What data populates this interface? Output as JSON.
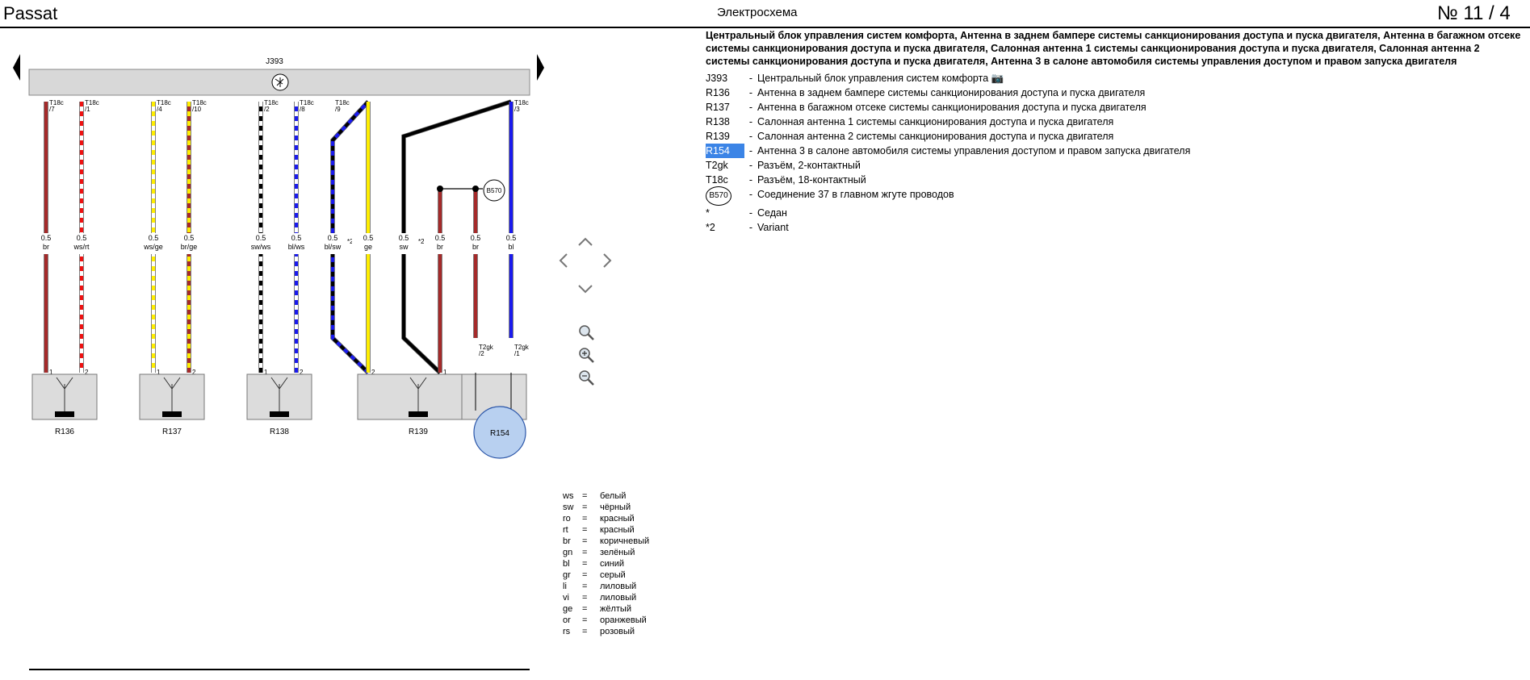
{
  "header": {
    "model": "Passat",
    "title": "Электросхема",
    "page": "№  11 / 4"
  },
  "diagram": {
    "module_label": "J393",
    "wires": [
      {
        "conn": "T18c",
        "pin": "/7",
        "gauge": "0.5",
        "color": "br",
        "c1": "#a52a2a",
        "c2": "#a52a2a",
        "dest_pin": "1"
      },
      {
        "conn": "T18c",
        "pin": "/1",
        "gauge": "0.5",
        "color": "ws/rt",
        "c1": "#ffffff",
        "c2": "#ee1111",
        "dest_pin": "2"
      },
      {
        "conn": "T18c",
        "pin": "/4",
        "gauge": "0.5",
        "color": "ws/ge",
        "c1": "#ffffff",
        "c2": "#ffee00",
        "dest_pin": "1"
      },
      {
        "conn": "T18c",
        "pin": "/10",
        "gauge": "0.5",
        "color": "br/ge",
        "c1": "#a52a2a",
        "c2": "#ffee00",
        "dest_pin": "2"
      },
      {
        "conn": "T18c",
        "pin": "/2",
        "gauge": "0.5",
        "color": "sw/ws",
        "c1": "#000000",
        "c2": "#ffffff",
        "dest_pin": "1"
      },
      {
        "conn": "T18c",
        "pin": "/8",
        "gauge": "0.5",
        "color": "bl/ws",
        "c1": "#1a1aee",
        "c2": "#ffffff",
        "dest_pin": "2"
      },
      {
        "conn": "T18c",
        "pin": "/9",
        "gauge": "0.5",
        "color": "bl/sw",
        "c1": "#1a1aee",
        "c2": "#000000",
        "dest_pin": "2",
        "variant": "*2"
      },
      {
        "gauge": "0.5",
        "color": "ge",
        "c1": "#ffee00",
        "c2": "#ffee00"
      },
      {
        "gauge": "0.5",
        "color": "sw",
        "c1": "#000000",
        "c2": "#000000",
        "dest_pin": "1",
        "variant": "*2"
      },
      {
        "gauge": "0.5",
        "color": "br",
        "c1": "#a52a2a",
        "c2": "#a52a2a"
      },
      {
        "gauge": "0.5",
        "color": "br",
        "c1": "#a52a2a",
        "c2": "#a52a2a",
        "conn": "T2gk",
        "pin": "/2"
      },
      {
        "conn": "T18c",
        "pin": "/3",
        "gauge": "0.5",
        "color": "bl",
        "c1": "#1a1aee",
        "c2": "#1a1aee",
        "conn2": "T2gk",
        "pin2": "/1"
      }
    ],
    "components": [
      "R136",
      "R137",
      "R138",
      "R139",
      "R154"
    ],
    "junction": "B570",
    "markers": {
      "star": "*",
      "variant": "*2"
    }
  },
  "legend": [
    {
      "code": "ws",
      "name": "белый"
    },
    {
      "code": "sw",
      "name": "чёрный"
    },
    {
      "code": "ro",
      "name": "красный"
    },
    {
      "code": "rt",
      "name": "красный"
    },
    {
      "code": "br",
      "name": "коричневый"
    },
    {
      "code": "gn",
      "name": "зелёный"
    },
    {
      "code": "bl",
      "name": "синий"
    },
    {
      "code": "gr",
      "name": "серый"
    },
    {
      "code": "li",
      "name": "лиловый"
    },
    {
      "code": "vi",
      "name": "лиловый"
    },
    {
      "code": "ge",
      "name": "жёлтый"
    },
    {
      "code": "or",
      "name": "оранжевый"
    },
    {
      "code": "rs",
      "name": "розовый"
    }
  ],
  "info": {
    "heading": "Центральный блок управления систем комфорта, Антенна в заднем бампере системы санкционирования доступа и пуска двигателя, Антенна в багажном отсеке системы санкционирования доступа и пуска двигателя, Салонная антенна 1 системы санкционирования доступа и пуска двигателя, Салонная антенна 2 системы санкционирования доступа и пуска двигателя, Антенна 3 в салоне автомобиля системы управления доступом и правом запуска двигателя",
    "items": [
      {
        "code": "J393",
        "desc": "Центральный блок управления систем комфорта"
      },
      {
        "code": "R136",
        "desc": "Антенна в заднем бампере системы санкционирования доступа и пуска двигателя"
      },
      {
        "code": "R137",
        "desc": "Антенна в багажном отсеке системы санкционирования доступа и пуска двигателя"
      },
      {
        "code": "R138",
        "desc": "Салонная антенна 1 системы санкционирования доступа и пуска двигателя"
      },
      {
        "code": "R139",
        "desc": "Салонная антенна 2 системы санкционирования доступа и пуска двигателя"
      },
      {
        "code": "R154",
        "desc": "Антенна 3 в салоне автомобиля системы управления доступом и правом запуска двигателя"
      },
      {
        "code": "T2gk",
        "desc": "Разъём, 2-контактный"
      },
      {
        "code": "T18c",
        "desc": "Разъём, 18-контактный"
      },
      {
        "code": "B570",
        "desc": "Соединение 37 в главном жгуте проводов"
      },
      {
        "code": "*",
        "desc": "Седан"
      },
      {
        "code": "*2",
        "desc": "Variant"
      }
    ]
  }
}
